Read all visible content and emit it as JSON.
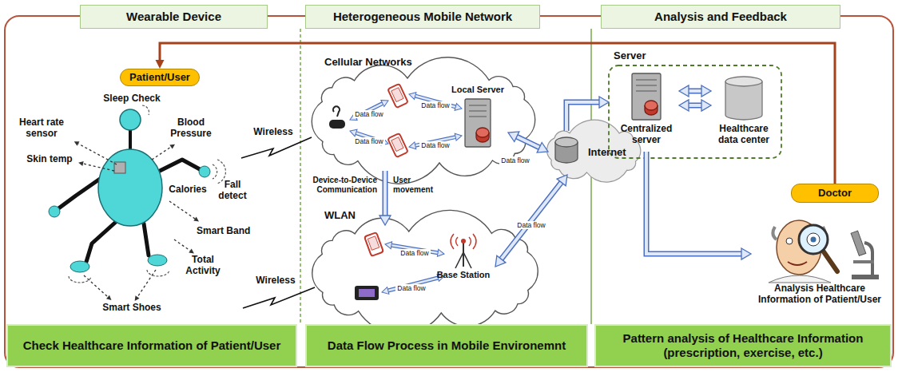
{
  "diagram": {
    "nodes": [
      {
        "text": [
          "Wearable Device"
        ]
      },
      {
        "text": [
          "Heterogeneous Mobile Network"
        ]
      },
      {
        "text": [
          "Analysis and Feedback"
        ]
      },
      {
        "text": [
          "Patient/User"
        ]
      },
      {
        "text": [
          "Cellular Networks"
        ]
      },
      {
        "text": [
          "Local Server"
        ],
        "in": 4
      },
      {
        "text": [
          "WLAN"
        ]
      },
      {
        "text": [
          "Base Station"
        ],
        "in": 6
      },
      {
        "text": [
          "Internet"
        ]
      },
      {
        "text": [
          "Server"
        ]
      },
      {
        "text": [
          "Centralized server"
        ],
        "in": 9
      },
      {
        "text": [
          "Healthcare data center"
        ],
        "in": 9
      },
      {
        "text": [
          "Doctor"
        ]
      },
      {
        "text": [
          "Analysis Healthcare Information of Patient/User"
        ]
      },
      {
        "text": [
          "Check Healthcare Information of Patient/User"
        ]
      },
      {
        "text": [
          "Data Flow Process in Mobile Environemnt"
        ]
      },
      {
        "text": [
          "Pattern analysis of Healthcare Information (prescription, exercise, etc.)"
        ]
      }
    ],
    "edges": [
      {
        "from": 12,
        "to": 3,
        "arrow": "to"
      },
      {
        "from": 4,
        "to": 6,
        "arrow": "to",
        "label": "User movement"
      },
      {
        "from": 5,
        "to": 8,
        "arrow": "both",
        "label": "Data flow"
      },
      {
        "from": 7,
        "to": 8,
        "arrow": "both",
        "label": "Data flow"
      },
      {
        "from": 8,
        "to": 9,
        "arrow": "to"
      },
      {
        "from": 10,
        "to": 11,
        "arrow": "both"
      },
      {
        "from": 10,
        "to": 11,
        "arrow": "both"
      },
      {
        "from": 10,
        "to": 13,
        "arrow": "to"
      }
    ],
    "labels": [
      "Sleep Check",
      "Heart rate sensor",
      "Skin temp",
      "Blood Pressure",
      "Calories",
      "Fall detect",
      "Smart Band",
      "Total Activity",
      "Smart Shoes",
      "Wireless",
      "Wireless",
      "Data flow",
      "Data flow",
      "Data flow",
      "Data flow",
      "Device-to-Device Communication",
      "Data flow",
      "Data flow"
    ]
  }
}
